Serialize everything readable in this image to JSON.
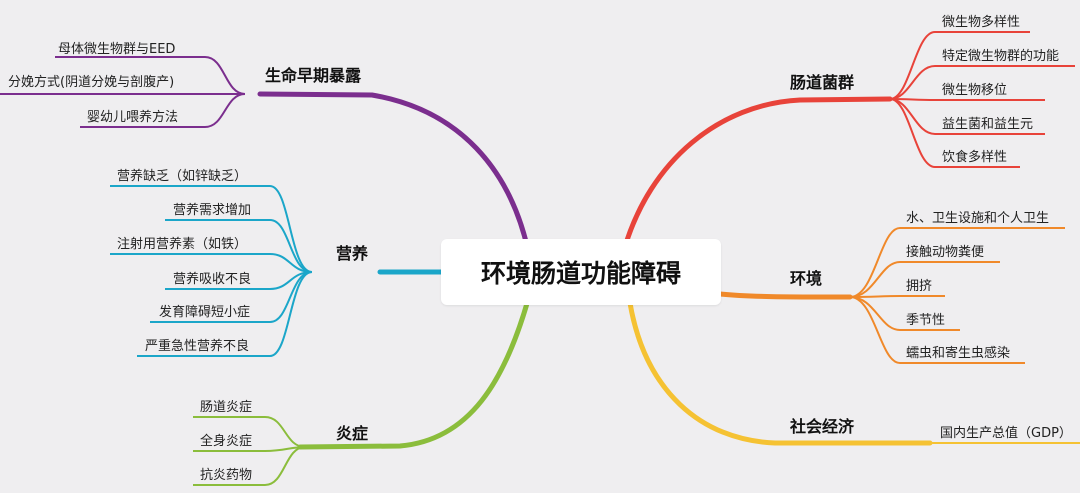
{
  "central_topic": "环境肠道功能障碍",
  "branches": {
    "early_life": {
      "label": "生命早期暴露",
      "color": "#7b2e8e",
      "items": [
        "母体微生物群与EED",
        "分娩方式(阴道分娩与剖腹产)",
        "婴幼儿喂养方法"
      ]
    },
    "nutrition": {
      "label": "营养",
      "color": "#1ba6c9",
      "items": [
        "营养缺乏（如锌缺乏）",
        "营养需求增加",
        "注射用营养素（如铁）",
        "营养吸收不良",
        "发育障碍短小症",
        "严重急性营养不良"
      ]
    },
    "inflammation": {
      "label": "炎症",
      "color": "#8bbd3c",
      "items": [
        "肠道炎症",
        "全身炎症",
        "抗炎药物"
      ]
    },
    "gut_flora": {
      "label": "肠道菌群",
      "color": "#e8433a",
      "items": [
        "微生物多样性",
        "特定微生物群的功能",
        "微生物移位",
        "益生菌和益生元",
        "饮食多样性"
      ]
    },
    "environment": {
      "label": "环境",
      "color": "#f0892a",
      "items": [
        "水、卫生设施和个人卫生",
        "接触动物粪便",
        "拥挤",
        "季节性",
        "蠕虫和寄生虫感染"
      ]
    },
    "socioeconomic": {
      "label": "社会经济",
      "color": "#f5c233",
      "items": [
        "国内生产总值（GDP）"
      ]
    }
  }
}
